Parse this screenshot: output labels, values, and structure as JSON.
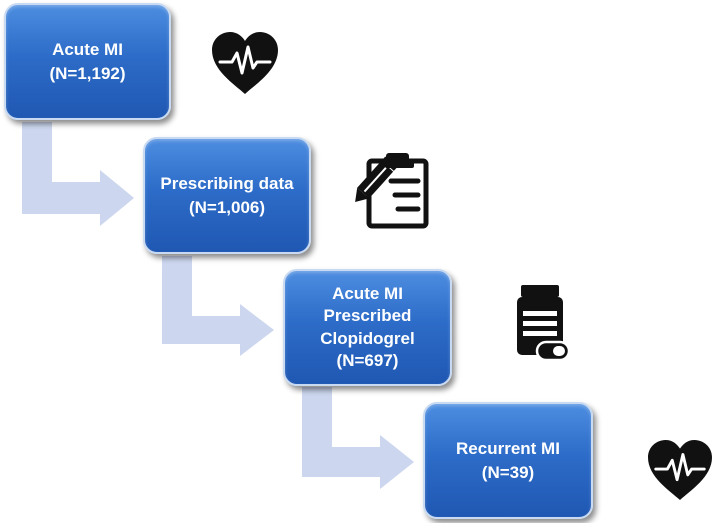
{
  "steps": [
    {
      "title": "Acute MI",
      "count": "(N=1,192)",
      "icon": "heart-pulse-icon"
    },
    {
      "title": "Prescribing data",
      "count": "(N=1,006)",
      "icon": "clipboard-pen-icon"
    },
    {
      "title_lines": [
        "Acute MI",
        "Prescribed",
        "Clopidogrel"
      ],
      "count": "(N=697)",
      "icon": "pill-bottle-icon"
    },
    {
      "title": "Recurrent MI",
      "count": "(N=39)",
      "icon": "heart-pulse-icon"
    }
  ],
  "colors": {
    "box_fill": "#2d6cc8",
    "box_border": "#c8d9f2",
    "arrow_fill": "#ccd6ee",
    "icon": "#111111"
  }
}
